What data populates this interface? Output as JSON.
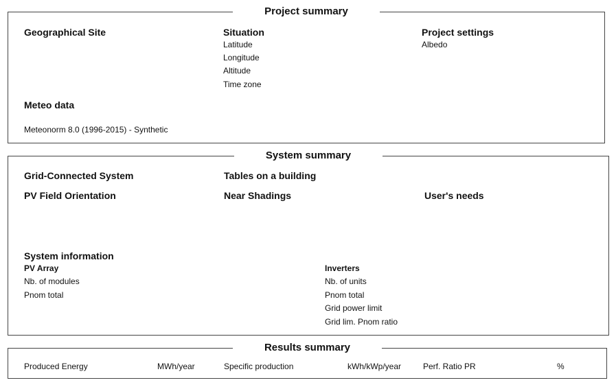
{
  "project_summary": {
    "title": "Project summary",
    "geographical_site": "Geographical Site",
    "situation": {
      "heading": "Situation",
      "fields": [
        "Latitude",
        "Longitude",
        "Altitude",
        "Time zone"
      ]
    },
    "project_settings": {
      "heading": "Project settings",
      "fields": [
        "Albedo"
      ]
    },
    "meteo": {
      "heading": "Meteo data",
      "value": "Meteonorm 8.0 (1996-2015) - Synthetic"
    }
  },
  "system_summary": {
    "title": "System summary",
    "grid_connected": "Grid-Connected System",
    "tables": "Tables on a building",
    "pv_field_orientation": "PV Field Orientation",
    "near_shadings": "Near Shadings",
    "users_needs": "User's needs",
    "system_information": "System information",
    "pv_array": {
      "heading": "PV Array",
      "fields": [
        "Nb. of modules",
        "Pnom total"
      ]
    },
    "inverters": {
      "heading": "Inverters",
      "fields": [
        "Nb. of units",
        "Pnom total",
        "Grid power limit",
        "Grid lim. Pnom ratio"
      ]
    }
  },
  "results_summary": {
    "title": "Results summary",
    "produced_energy": "Produced Energy",
    "produced_energy_unit": "MWh/year",
    "specific_production": "Specific production",
    "specific_production_unit": "kWh/kWp/year",
    "perf_ratio": "Perf. Ratio PR",
    "perf_ratio_unit": "%"
  }
}
